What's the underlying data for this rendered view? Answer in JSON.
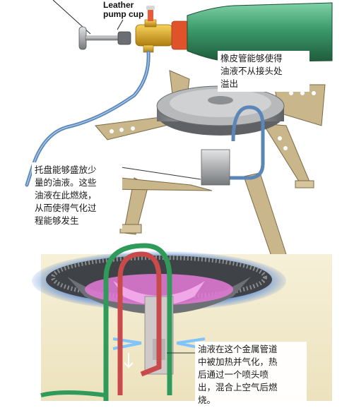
{
  "labels": {
    "pump_cup": "Leather\npump cup",
    "hose_note": "橡皮管能够使得\n油液不从接头处\n溢出",
    "tray_note": "托盘能够盛放少\n量的油液。这些\n油液在此燃烧，\n从而使得气化过\n程能够发生",
    "tube_note": "油液在这个金属管道\n中被加热并气化，热\n后通过一个喷头喷\n出，混合上空气后燃\n烧。"
  },
  "colors": {
    "bottle": "#3a9a6a",
    "valve_brass": "#d9a21a",
    "bottle_cap": "#e0532a",
    "frame": "#c9b68a",
    "burner_grey": "#9a9c9e",
    "fuel_hose": "#5a86b8",
    "flame_blue": "#3a7fe0",
    "flame_pink": "#e67ad9",
    "fuel_red": "#c94a4a",
    "fuel_green": "#2f9a5a",
    "inset_bg": "#f4efd6"
  }
}
